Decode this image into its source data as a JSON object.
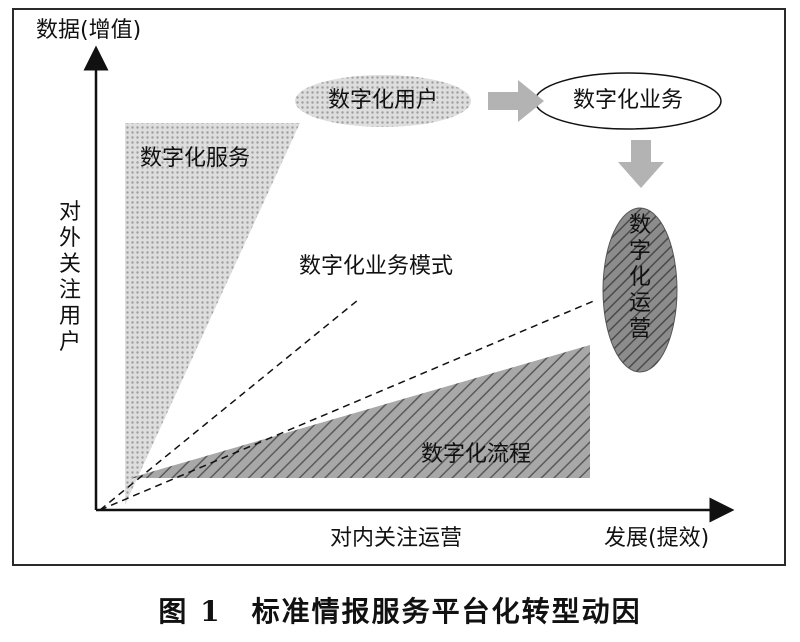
{
  "axes": {
    "y_label": "数据(增值)",
    "y_side_label": "对外关注用户",
    "x_label_inner": "对内关注运营",
    "x_label_end": "发展(提效)"
  },
  "regions": {
    "service": "数字化服务",
    "process": "数字化流程"
  },
  "nodes": {
    "user": "数字化用户",
    "business": "数字化业务",
    "operation": "数字化运营"
  },
  "annotation": "数字化业务模式",
  "caption": {
    "figure_number": "图 1",
    "title": "标准情报服务平台化转型动因"
  },
  "colors": {
    "dot_fill": "#c9c9c9",
    "hatch_fill": "#9a9a9a",
    "line": "#111111"
  }
}
